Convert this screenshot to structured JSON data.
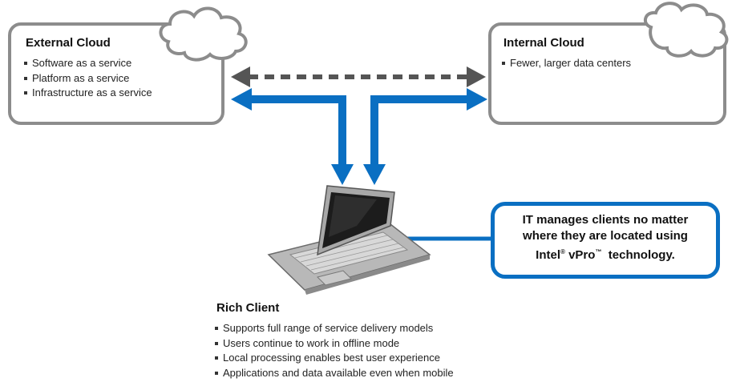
{
  "external_cloud": {
    "title": "External Cloud",
    "items": [
      "Software as a service",
      "Platform as a service",
      "Infrastructure as a service"
    ]
  },
  "internal_cloud": {
    "title": "Internal Cloud",
    "items": [
      "Fewer, larger data centers"
    ]
  },
  "rich_client": {
    "title": "Rich Client",
    "items": [
      "Supports full range of service delivery models",
      "Users continue to work in offline mode",
      "Local processing enables best user experience",
      "Applications and data available even when mobile"
    ]
  },
  "callout": {
    "line1": "IT manages clients no matter",
    "line2": "where they are located using",
    "brand1": "Intel",
    "reg": "®",
    "brand2": "vPro",
    "tm": "™",
    "tail": "technology."
  },
  "colors": {
    "arrow_blue": "#0a6fc2",
    "box_gray": "#8c8c8c",
    "dashed_gray": "#555555"
  }
}
